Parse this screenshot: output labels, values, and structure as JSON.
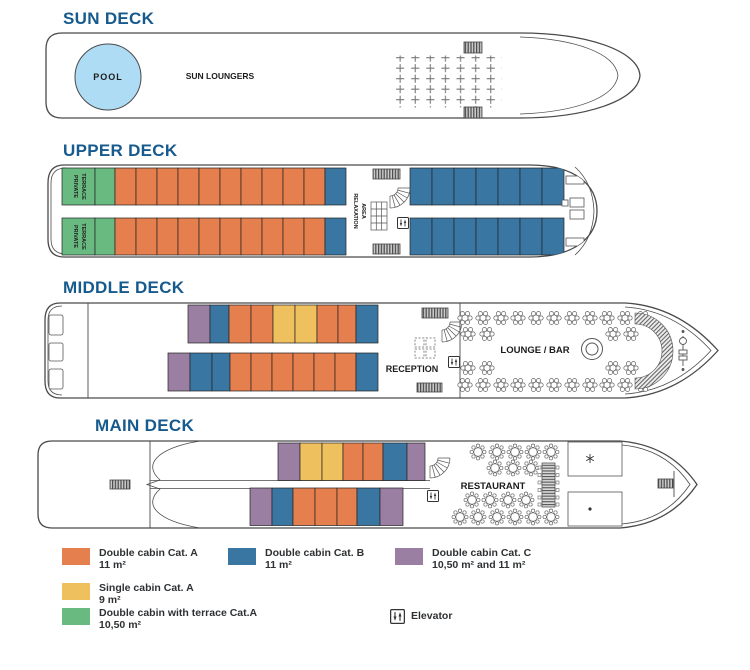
{
  "palette": {
    "title_color": "#175A8D",
    "double_cabin_cat_a": "#E5804E",
    "double_cabin_cat_b": "#3A76A2",
    "double_cabin_cat_c": "#9B7FA2",
    "single_cabin_cat_a": "#EFC05E",
    "double_cabin_terrace_cat_a": "#68BA80",
    "pool_fill": "#AFDCF5",
    "outline": "#4A4A4A"
  },
  "decks": {
    "sun": {
      "title": "SUN DECK",
      "pool": "POOL",
      "sun_loungers": "SUN LOUNGERS"
    },
    "upper": {
      "title": "UPPER DECK",
      "private_terrace_line1": "PRIVATE",
      "private_terrace_line2": "TERRACE",
      "relaxation_line1": "RELAXATION",
      "relaxation_line2": "AREA"
    },
    "middle": {
      "title": "MIDDLE DECK",
      "reception": "RECEPTION",
      "lounge_bar": "LOUNGE / BAR"
    },
    "main": {
      "title": "MAIN DECK",
      "restaurant": "RESTAURANT"
    }
  },
  "legend": {
    "items": [
      {
        "label": "Double cabin Cat. A",
        "size": "11 m²",
        "color": "#E5804E"
      },
      {
        "label": "Double cabin Cat. B",
        "size": "11 m²",
        "color": "#3A76A2"
      },
      {
        "label": "Double cabin Cat. C",
        "size": "10,50 m² and 11 m²",
        "color": "#9B7FA2"
      },
      {
        "label": "Single cabin Cat. A",
        "size": "9 m²",
        "color": "#EFC05E"
      },
      {
        "label": "Double cabin with terrace Cat.A",
        "size": "10,50 m²",
        "color": "#68BA80"
      },
      {
        "label": "Elevator"
      }
    ]
  }
}
